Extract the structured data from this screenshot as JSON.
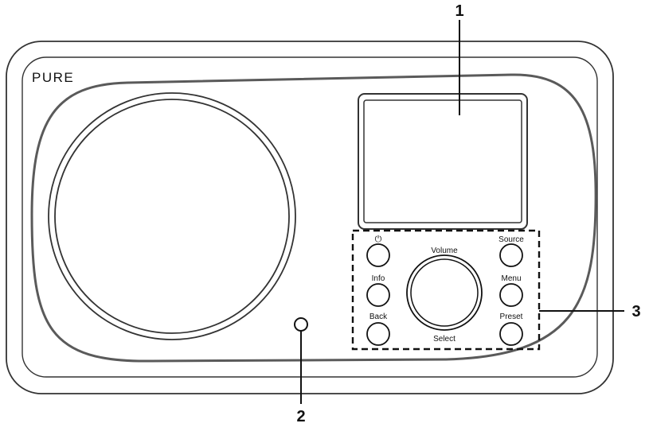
{
  "brand": "PURE",
  "callouts": {
    "c1": "1",
    "c2": "2",
    "c3": "3"
  },
  "buttons": {
    "power_icon": "⏻",
    "info": "Info",
    "back": "Back",
    "source": "Source",
    "menu": "Menu",
    "preset": "Preset"
  },
  "dial": {
    "top_label": "Volume",
    "bottom_label": "Select"
  }
}
